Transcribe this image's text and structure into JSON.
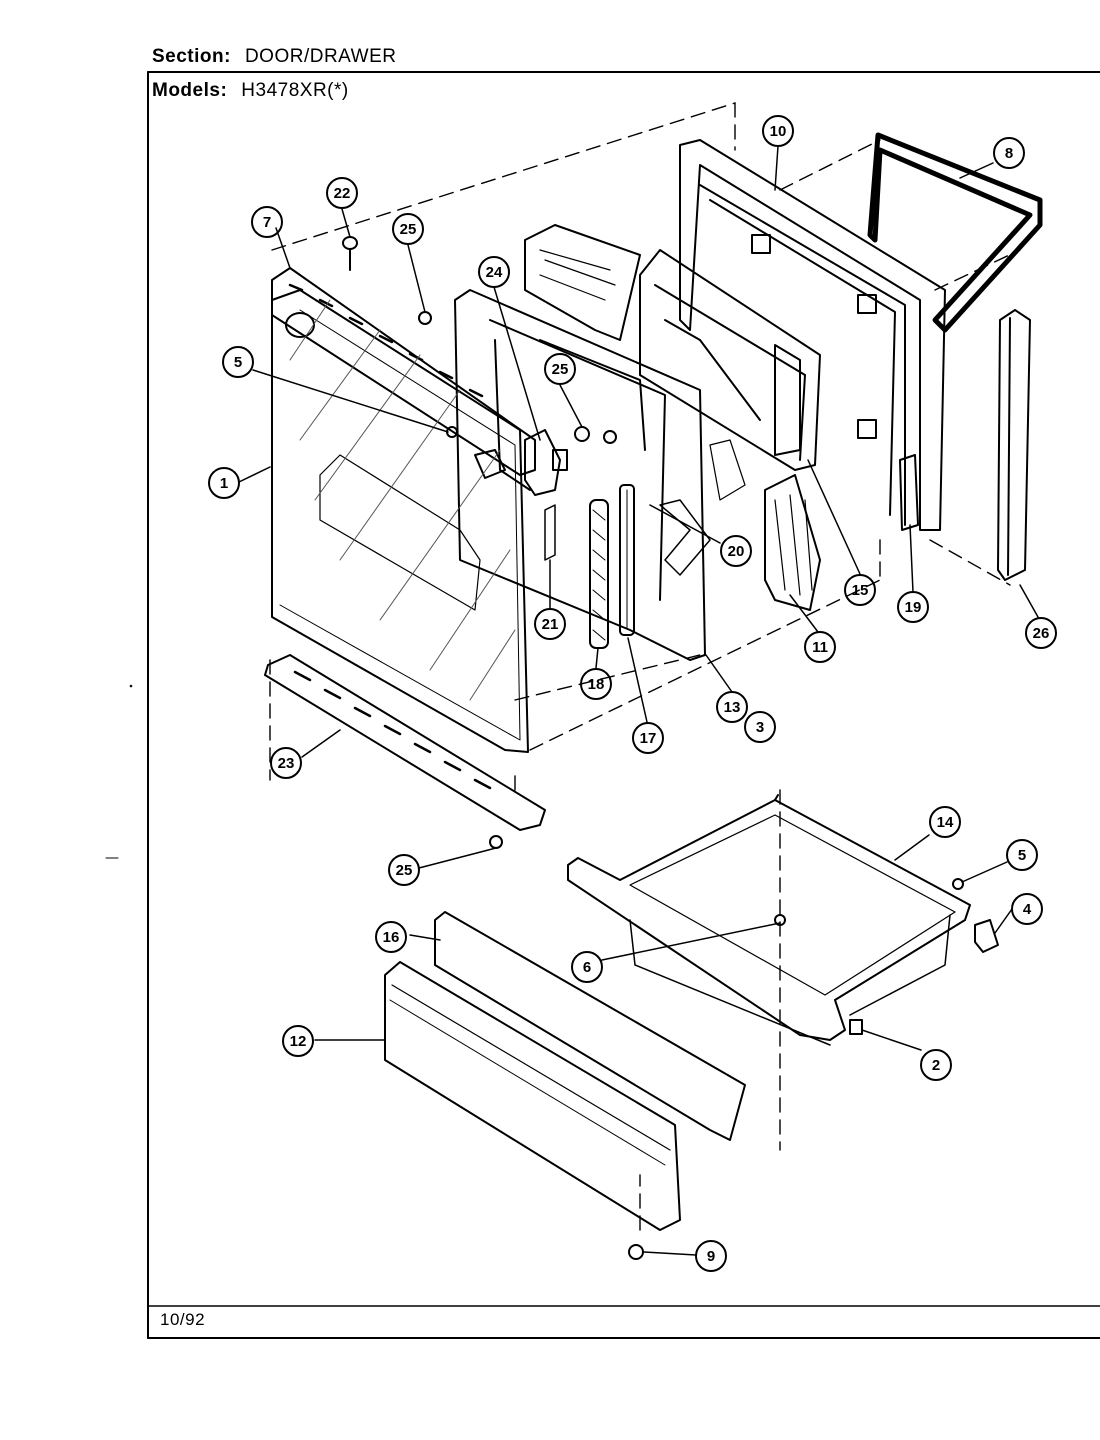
{
  "header": {
    "section_label": "Section:",
    "section_value": "DOOR/DRAWER",
    "models_label": "Models:",
    "models_value": "H3478XR(*)"
  },
  "footer": {
    "date": "10/92"
  },
  "callouts": [
    {
      "id": "c1",
      "label": "1"
    },
    {
      "id": "c2",
      "label": "2"
    },
    {
      "id": "c3",
      "label": "3"
    },
    {
      "id": "c4",
      "label": "4"
    },
    {
      "id": "c5a",
      "label": "5"
    },
    {
      "id": "c5b",
      "label": "5"
    },
    {
      "id": "c6",
      "label": "6"
    },
    {
      "id": "c7",
      "label": "7"
    },
    {
      "id": "c8",
      "label": "8"
    },
    {
      "id": "c9",
      "label": "9"
    },
    {
      "id": "c10",
      "label": "10"
    },
    {
      "id": "c11",
      "label": "11"
    },
    {
      "id": "c12",
      "label": "12"
    },
    {
      "id": "c13",
      "label": "13"
    },
    {
      "id": "c14",
      "label": "14"
    },
    {
      "id": "c15",
      "label": "15"
    },
    {
      "id": "c16",
      "label": "16"
    },
    {
      "id": "c17",
      "label": "17"
    },
    {
      "id": "c18",
      "label": "18"
    },
    {
      "id": "c19",
      "label": "19"
    },
    {
      "id": "c20",
      "label": "20"
    },
    {
      "id": "c21",
      "label": "21"
    },
    {
      "id": "c22",
      "label": "22"
    },
    {
      "id": "c23",
      "label": "23"
    },
    {
      "id": "c24",
      "label": "24"
    },
    {
      "id": "c25a",
      "label": "25"
    },
    {
      "id": "c25b",
      "label": "25"
    },
    {
      "id": "c25c",
      "label": "25"
    },
    {
      "id": "c26",
      "label": "26"
    }
  ]
}
